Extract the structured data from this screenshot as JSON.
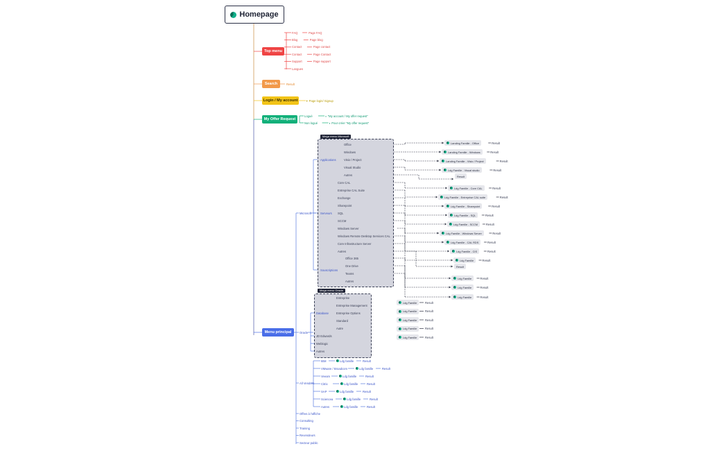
{
  "root": {
    "label": "Homepage"
  },
  "colors": {
    "top": "#ef4444",
    "search": "#f2994a",
    "login": "#f2c418",
    "offer": "#12b07a",
    "menu": "#4a6ee8",
    "line_main": "#c98a40",
    "line_blue": "#5a7be0",
    "dash": "#2b2f40"
  },
  "branches": {
    "top_menu": "Top menu",
    "search": "Search",
    "login": "Login / My account",
    "offer": "My Offer Request",
    "menu": "Menu principal"
  },
  "top_menu_items": [
    {
      "l": "FAQ",
      "r": "Page FAQ"
    },
    {
      "l": "Blog",
      "r": "Page blog"
    },
    {
      "l": "Contact",
      "r": "Page contact"
    },
    {
      "l": "Contact",
      "r": "Page Contact"
    },
    {
      "l": "Support",
      "r": "Page support"
    },
    {
      "l": "Langues",
      "r": ""
    }
  ],
  "search_result": "Result",
  "login_result": "Page login/ Signup",
  "offer_items": [
    {
      "l": "Logué",
      "r": "\"My account / My offer request\""
    },
    {
      "l": "Non logué",
      "r": "Pour créer \"My offer request\""
    }
  ],
  "menu_items": {
    "microsoft": "Microsoft",
    "oracle": "Oracle",
    "all_vendors": "All Vendors",
    "tail": [
      "Offres à l'affiche",
      "Consulting",
      "Training",
      "Revendeurs",
      "Secteur public"
    ]
  },
  "mega_ms": {
    "tag": "Mega menu Microsoft",
    "groups": {
      "applications": "Applications",
      "serveurs": "Serveurs",
      "souscriptions": "Souscriptions"
    },
    "applications": [
      "Office",
      "Windows",
      "Visio / Project",
      "Visual Studio",
      "Autres"
    ],
    "serveurs": [
      "Core CAL",
      "Entreprise CAL Suite",
      "Exchange",
      "Sharepoint",
      "SQL",
      "SCCM",
      "Windows Server",
      "Windows Remote Desktop Services CAL",
      "Core Infrastructure Server",
      "Autres"
    ],
    "souscriptions": [
      "Office 365",
      "One Drive",
      "Teams",
      "Autres"
    ]
  },
  "ms_results": [
    "Landing Famille - Office",
    "Landing Famille - Windows",
    "Landing Famille - Visio / Project",
    "Ldg Famille - Visual studio",
    "",
    "Ldg Famille - Core CAL",
    "Ldg Famille - Entreprise CAL suite",
    "Ldg Famille - Sharepoint",
    "Ldg Famille - SQL",
    "Ldg Famille - SCCM",
    "Ldg Famille - Windows Server",
    "Ldg Famille - CAL RDS",
    "Ldg Famille - CIS",
    "Ldg Famille",
    "",
    "Ldg Famille",
    "Ldg Famille",
    "Ldg Famille"
  ],
  "result_word": "Result",
  "mega_oracle": {
    "tag": "Mega menu Oracle",
    "database": "Database",
    "database_items": [
      "Entreprise",
      "Entreprise Management",
      "Entreprise Options",
      "Standard",
      "Autre"
    ],
    "other_items": [
      "JD Edwards",
      "Weblogic",
      "Autres"
    ]
  },
  "oracle_results": [
    "Ldg Famille",
    "Ldg Famille",
    "Ldg Famille",
    "Ldg Famille",
    "Ldg Famille"
  ],
  "vendors": [
    {
      "l": "IBM",
      "r": "Ldg famille"
    },
    {
      "l": "VMware / Broadcom",
      "r": "Ldg famille"
    },
    {
      "l": "Veeam",
      "r": "Ldg famille"
    },
    {
      "l": "Citrix",
      "r": "Ldg famille"
    },
    {
      "l": "SAP",
      "r": "Ldg famille"
    },
    {
      "l": "Sciencea",
      "r": "Ldg famille"
    },
    {
      "l": "Autres",
      "r": "Ldg famille"
    }
  ]
}
